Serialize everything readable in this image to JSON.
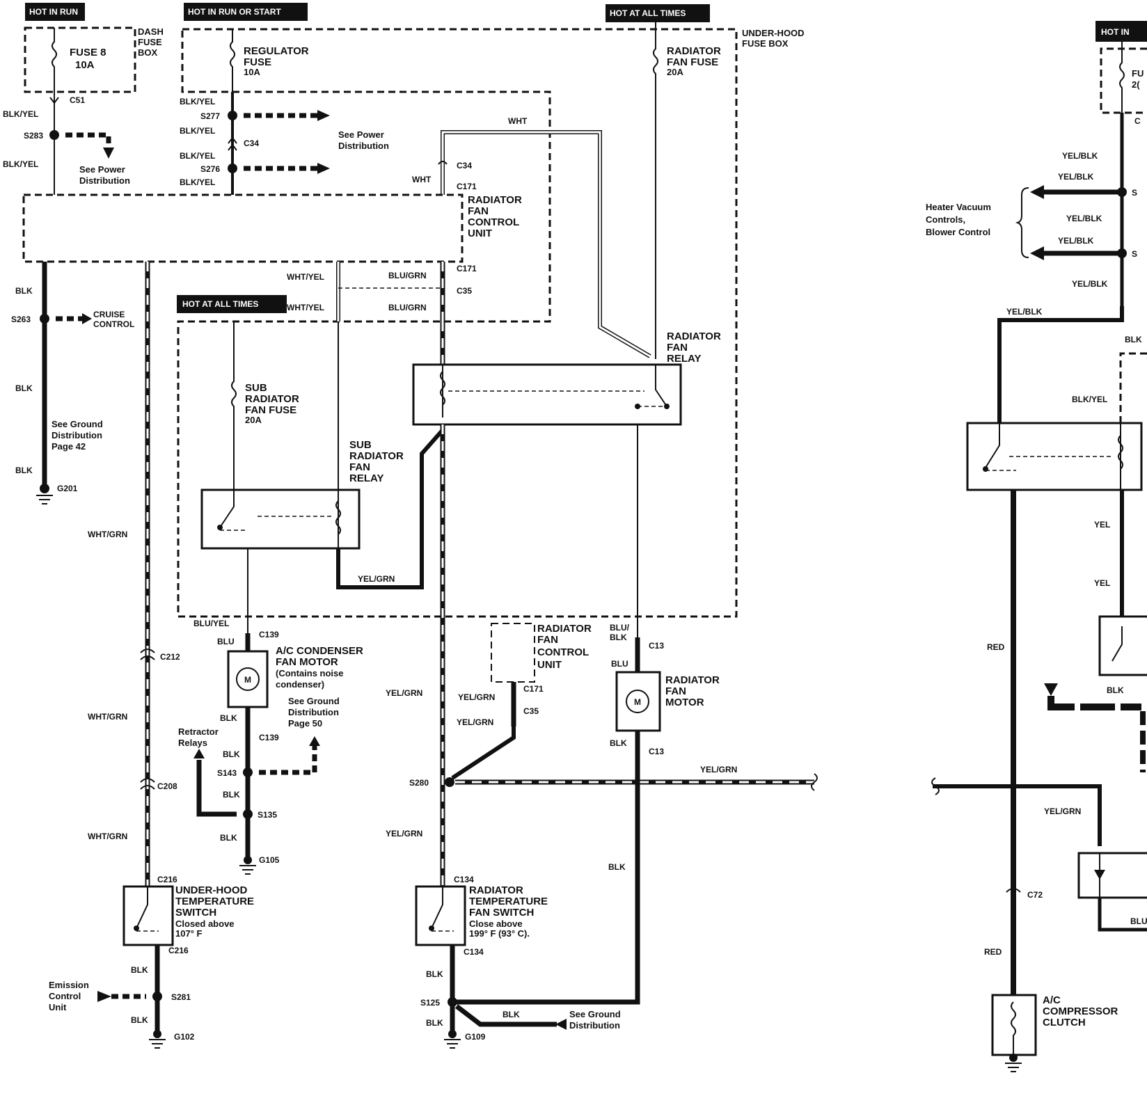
{
  "pills": {
    "hot_in_run": "HOT IN RUN",
    "hot_in_run_or_start": "HOT IN RUN OR START",
    "hot_at_all_times_top": "HOT AT ALL TIMES",
    "hot_at_all_times_mid": "HOT AT ALL TIMES",
    "hot_in_right": "HOT IN"
  },
  "boxes": {
    "dash_fuse_box": [
      "DASH",
      "FUSE",
      "BOX"
    ],
    "under_hood_fuse_box": [
      "UNDER-HOOD",
      "FUSE BOX"
    ]
  },
  "fuses": {
    "fuse8": [
      "FUSE  8",
      "10A"
    ],
    "regulator": [
      "REGULATOR",
      "FUSE",
      "10A"
    ],
    "radiator_fan": [
      "RADIATOR",
      "FAN FUSE",
      "20A"
    ],
    "sub_radiator_fan": [
      "SUB",
      "RADIATOR",
      "FAN FUSE",
      "20A"
    ]
  },
  "components": {
    "radiator_fan_control_unit": [
      "RADIATOR",
      "FAN",
      "CONTROL",
      "UNIT"
    ],
    "radiator_fan_relay": [
      "RADIATOR",
      "FAN",
      "RELAY"
    ],
    "sub_radiator_fan_relay": [
      "SUB",
      "RADIATOR",
      "FAN",
      "RELAY"
    ],
    "ac_condenser_fan_motor": [
      "A/C CONDENSER",
      "FAN MOTOR",
      "(Contains noise",
      "condenser)"
    ],
    "radiator_fan_control_unit_2": [
      "RADIATOR",
      "FAN",
      "CONTROL",
      "UNIT"
    ],
    "radiator_fan_motor": [
      "RADIATOR",
      "FAN",
      "MOTOR"
    ],
    "under_hood_temp_switch": [
      "UNDER-HOOD",
      "TEMPERATURE",
      "SWITCH",
      "Closed above",
      "107° F"
    ],
    "radiator_temp_fan_switch": [
      "RADIATOR",
      "TEMPERATURE",
      "FAN SWITCH",
      "Close above",
      "199° F (93° C)."
    ],
    "ac_compressor_clutch": [
      "A/C",
      "COMPRESSOR",
      "CLUTCH"
    ]
  },
  "notes": {
    "see_power_1": [
      "See Power",
      "Distribution"
    ],
    "see_power_2": [
      "See Power",
      "Distribution"
    ],
    "cruise_control": [
      "CRUISE",
      "CONTROL"
    ],
    "see_ground_42": [
      "See Ground",
      "Distribution",
      "Page 42"
    ],
    "see_ground_50": [
      "See Ground",
      "Distribution",
      "Page 50"
    ],
    "retractor_relays": [
      "Retractor",
      "Relays"
    ],
    "emission_control_unit": [
      "Emission",
      "Control",
      "Unit"
    ],
    "see_ground_dist": [
      "See Ground",
      "Distribution"
    ],
    "heater_vacuum": [
      "Heater Vacuum",
      "Controls,",
      "Blower Control"
    ]
  },
  "motor_symbol": "M",
  "wires": {
    "blk_yel": "BLK/YEL",
    "blk": "BLK",
    "wht": "WHT",
    "wht_yel": "WHT/YEL",
    "blu_grn": "BLU/GRN",
    "wht_grn": "WHT/GRN",
    "yel_grn": "YEL/GRN",
    "blu_yel": "BLU/YEL",
    "blu": "BLU",
    "blu_blk": [
      "BLU/",
      "BLK"
    ],
    "yel_blk": "YEL/BLK",
    "yel": "YEL",
    "red": "RED",
    "blu_cut": "BLU"
  },
  "connectors": {
    "c51": "C51",
    "c34": "C34",
    "c171": "C171",
    "c35": "C35",
    "c212": "C212",
    "c208": "C208",
    "c216": "C216",
    "c139": "C139",
    "c13": "C13",
    "c134": "C134",
    "c72": "C72"
  },
  "splices": {
    "s283": "S283",
    "s277": "S277",
    "s276": "S276",
    "s263": "S263",
    "s143": "S143",
    "s135": "S135",
    "s280": "S280",
    "s281": "S281",
    "s125": "S125"
  },
  "grounds": {
    "g201": "G201",
    "g105": "G105",
    "g102": "G102",
    "g109": "G109"
  },
  "right_fragments": {
    "fu": "FU",
    "two": "2(",
    "c": "C",
    "s": "S"
  }
}
